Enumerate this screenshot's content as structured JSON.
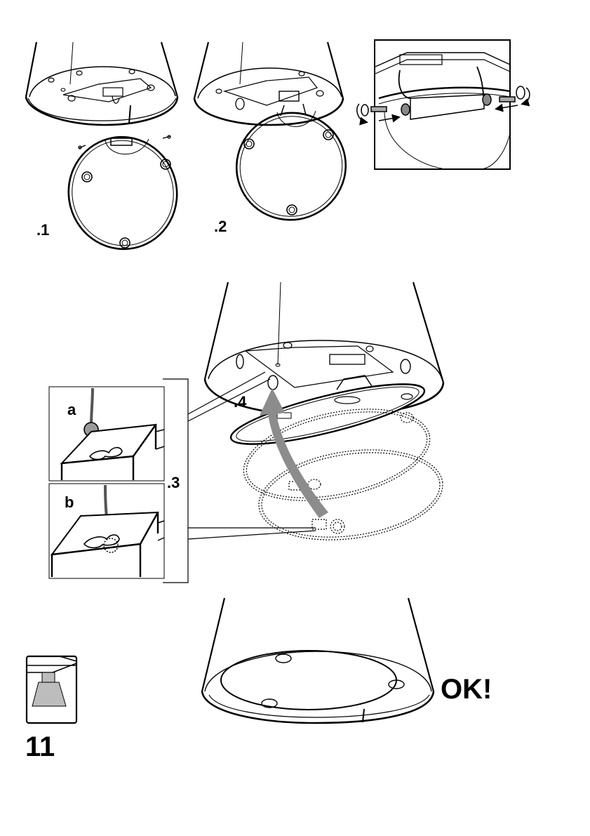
{
  "labels": {
    "step_1": ".1",
    "step_2": ".2",
    "step_3": ".3",
    "step_4": ".4",
    "detail_a": "a",
    "detail_b": "b",
    "ok": "OK!",
    "page_number": "11"
  },
  "colors": {
    "line": "#000000",
    "arrow": "#8c8c8c",
    "light_gray": "#bdbdbd",
    "background": "#ffffff"
  },
  "icons": {
    "screw": "screw-icon",
    "hinge": "hinge-icon",
    "lamp_thumbnail": "pendant-lamp-icon",
    "insert_arrow": "up-arrow-icon",
    "rotate_arrow": "rotate-arrow-icon"
  }
}
